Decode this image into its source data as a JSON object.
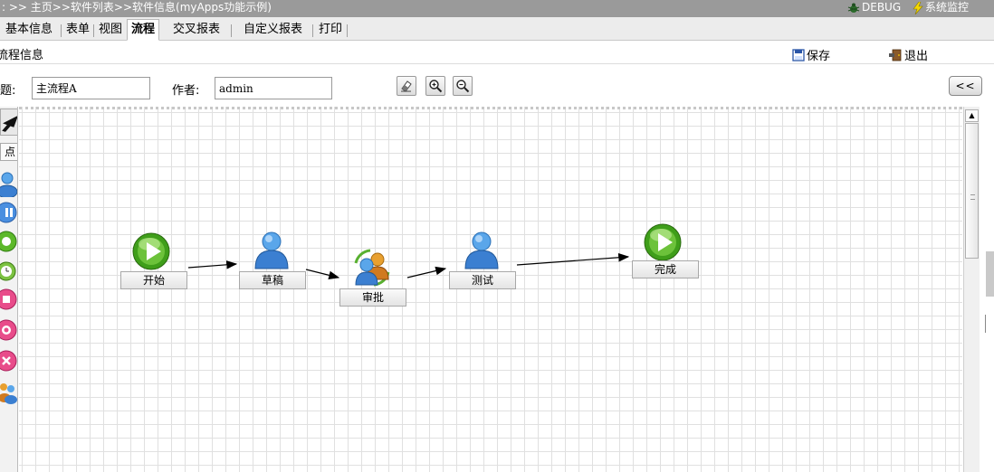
{
  "topbar": {
    "breadcrumb_prefix": ": >> ",
    "home": "主页",
    "sep1": ">>",
    "software_list": "软件列表",
    "sep2": ">>",
    "software_info": "软件信息(myApps功能示例)",
    "debug_label": "DEBUG",
    "monitor_label": "系统监控"
  },
  "tabs": [
    {
      "label": "基本信息"
    },
    {
      "label": "表单"
    },
    {
      "label": "视图"
    },
    {
      "label": "流程",
      "active": true
    },
    {
      "label": "交叉报表"
    },
    {
      "label": "自定义报表"
    },
    {
      "label": "打印"
    }
  ],
  "subbar": {
    "title": "流程信息",
    "save_label": "保存",
    "exit_label": "退出"
  },
  "form": {
    "title_label": "题:",
    "title_value": "主流程A",
    "author_label": "作者:",
    "author_value": "admin",
    "collapse_label": "<<"
  },
  "palette": {
    "node_label": "点"
  },
  "flow": {
    "nodes": [
      {
        "label": "开始",
        "kind": "start"
      },
      {
        "label": "草稿",
        "kind": "user"
      },
      {
        "label": "审批",
        "kind": "group"
      },
      {
        "label": "测试",
        "kind": "user"
      },
      {
        "label": "完成",
        "kind": "end"
      }
    ]
  },
  "colors": {
    "topbar_bg": "#9a9a9a",
    "start_green": "#3f9e1a",
    "user_blue": "#3b7fd1",
    "canvas_grid": "#e0e0e0"
  }
}
